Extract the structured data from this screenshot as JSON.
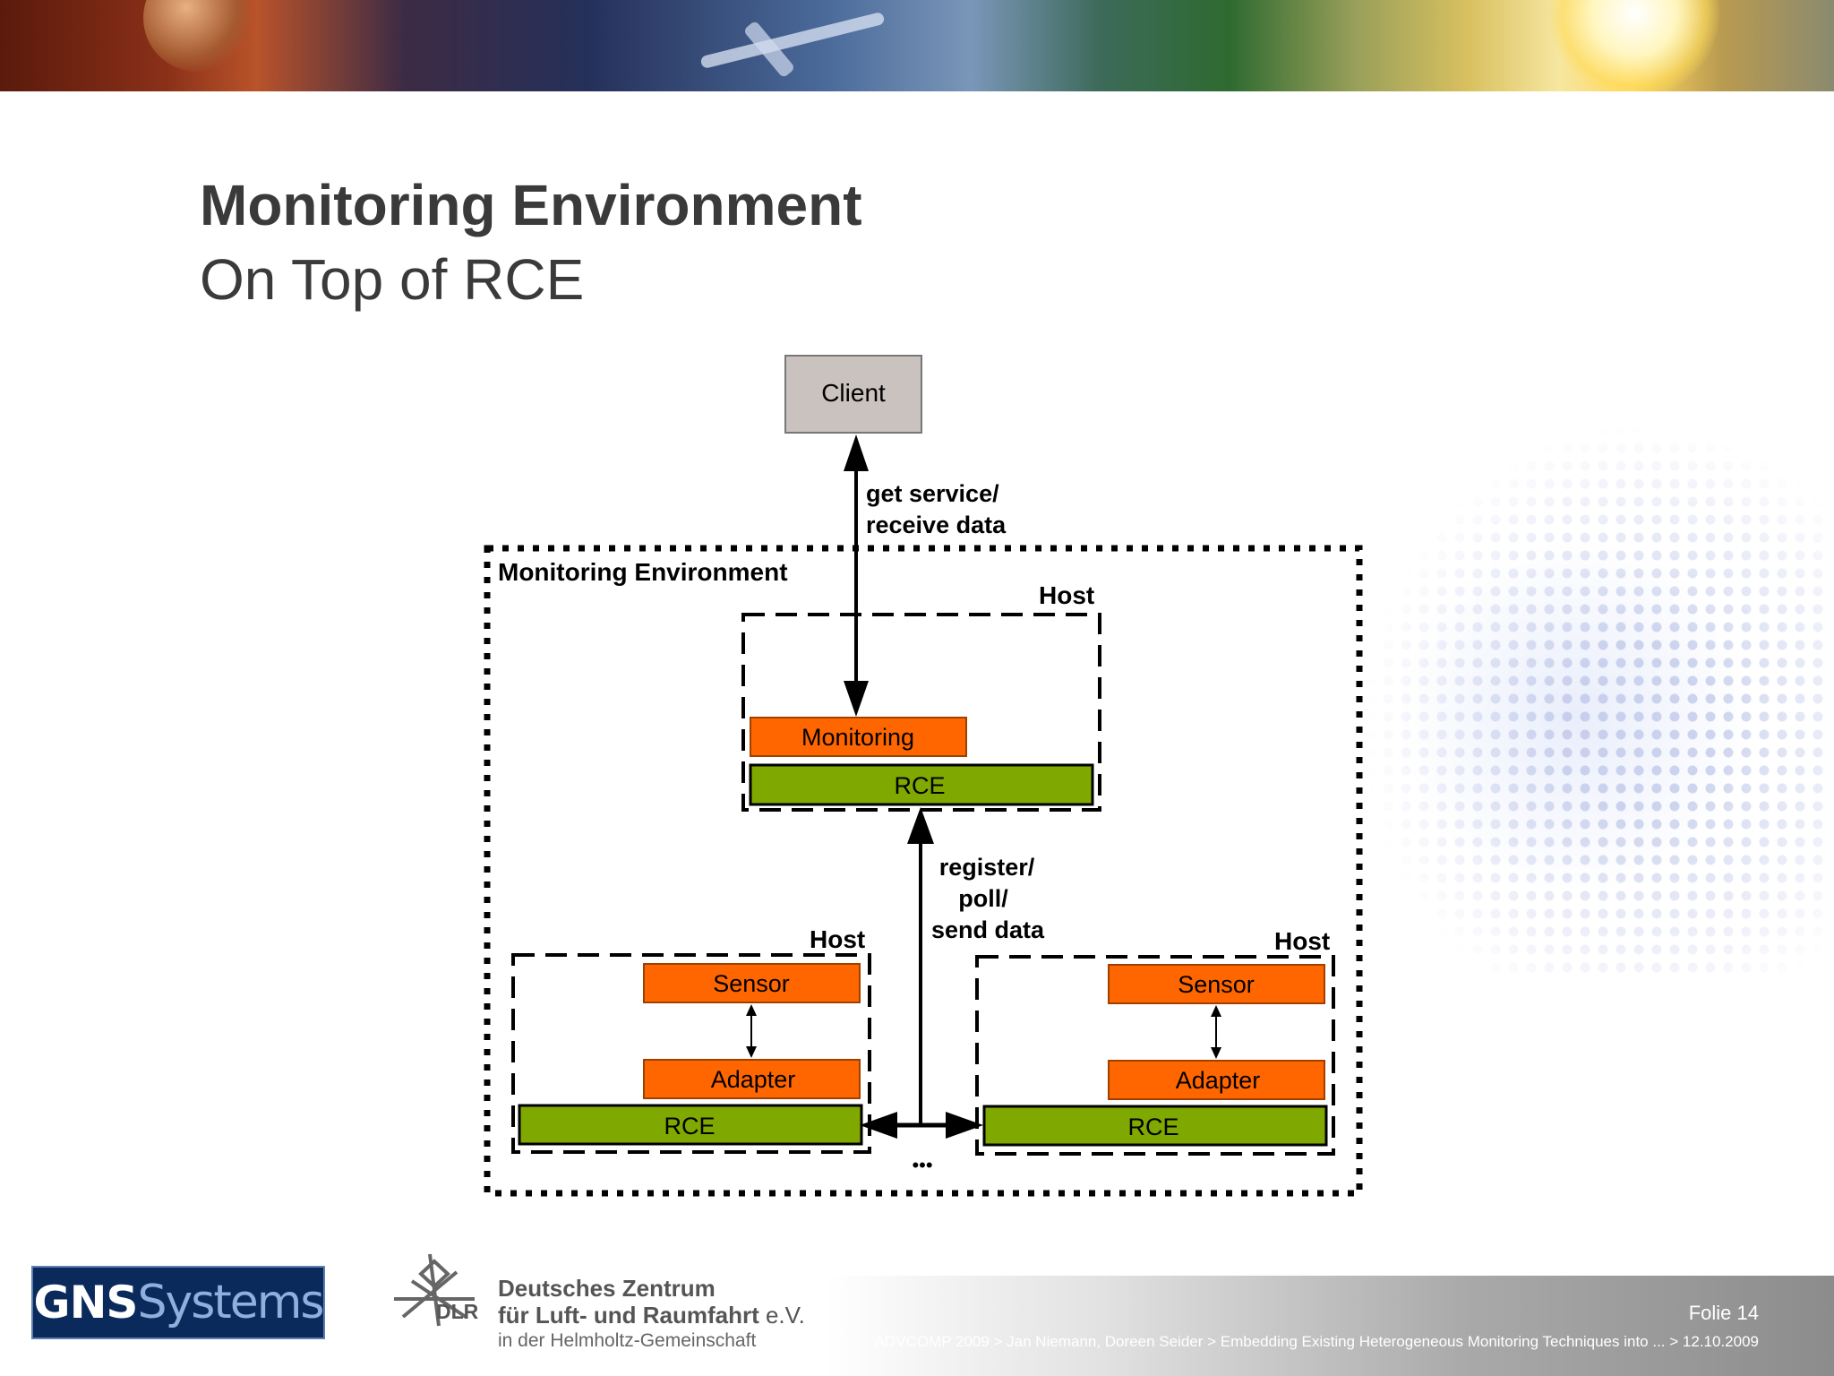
{
  "slide": {
    "title": "Monitoring Environment",
    "subtitle": "On Top of RCE"
  },
  "diagram": {
    "client_label": "Client",
    "client_edge_label_line1": "get service/",
    "client_edge_label_line2": "receive data",
    "environment_label": "Monitoring Environment",
    "host_label": "Host",
    "monitoring_label": "Monitoring",
    "rce_label": "RCE",
    "register_label_line1": "register/",
    "register_label_line2": "poll/",
    "register_label_line3": "send data",
    "sensor_label": "Sensor",
    "adapter_label": "Adapter",
    "ellipsis": "•••",
    "colors": {
      "client_fill": "#c9c2be",
      "component_orange": "#ff6600",
      "rce_green": "#7fa800"
    }
  },
  "footer": {
    "gns_logo_part1": "GNS",
    "gns_logo_part2": "Systems",
    "dlr_abbrev": "DLR",
    "dlr_line1": "Deutsches Zentrum",
    "dlr_line2_main": "für Luft- und Raumfahrt",
    "dlr_line2_suffix": " e.V.",
    "dlr_line3": "in der Helmholtz-Gemeinschaft",
    "folie": "Folie 14",
    "footer_text": "ADVCOMP 2009 > Jan Niemann, Doreen Seider  > Embedding Existing Heterogeneous Monitoring Techniques into ...  > 12.10.2009"
  }
}
